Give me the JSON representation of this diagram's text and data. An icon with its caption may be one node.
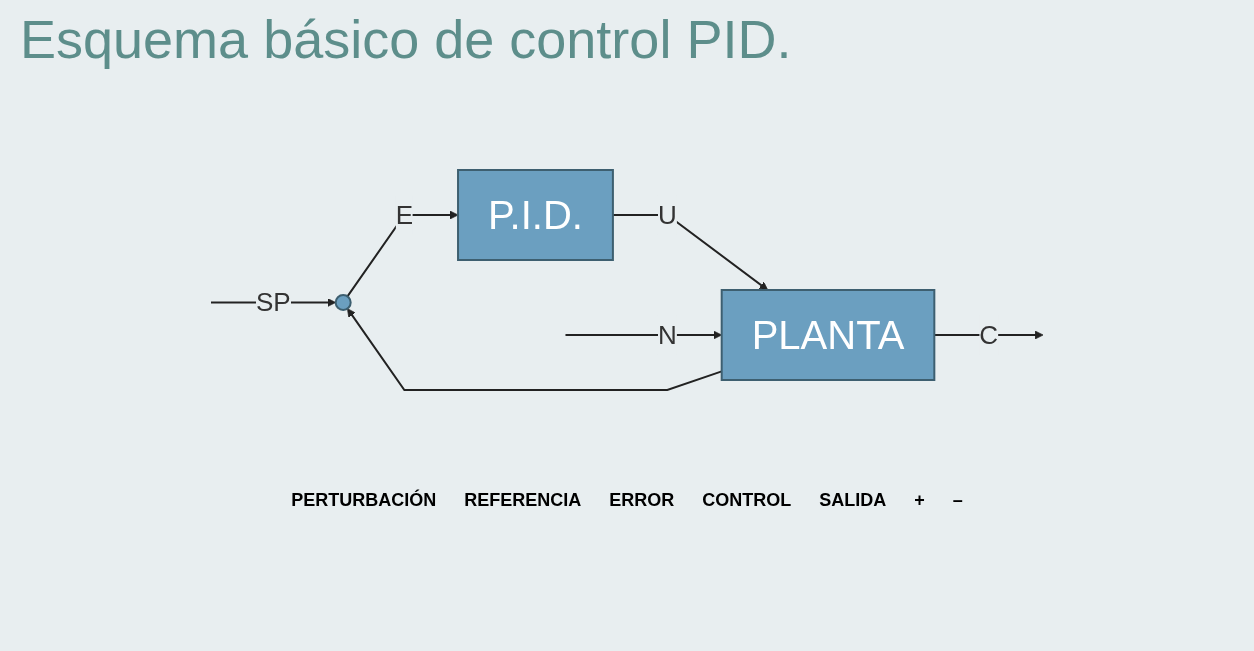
{
  "diagram": {
    "title": "Esquema básico de control PID.",
    "nodes": [
      {
        "text": [],
        "shape": "circle"
      },
      {
        "text": [
          "P.I.D."
        ]
      },
      {
        "text": [
          "PLANTA"
        ]
      }
    ],
    "edges": [
      {
        "from": null,
        "to": 0,
        "arrow": "to",
        "label": "SP"
      },
      {
        "from": 0,
        "to": 1,
        "arrow": "to",
        "label": "E"
      },
      {
        "from": 1,
        "to": 2,
        "arrow": "to",
        "label": "U"
      },
      {
        "from": null,
        "to": 2,
        "arrow": "to",
        "label": "N"
      },
      {
        "from": 2,
        "to": null,
        "arrow": "to",
        "label": "C"
      },
      {
        "from": 2,
        "to": 0,
        "arrow": "to"
      }
    ],
    "labels": [
      "PERTURBACIÓN",
      "REFERENCIA",
      "ERROR",
      "CONTROL",
      "SALIDA",
      "+",
      "–"
    ]
  }
}
